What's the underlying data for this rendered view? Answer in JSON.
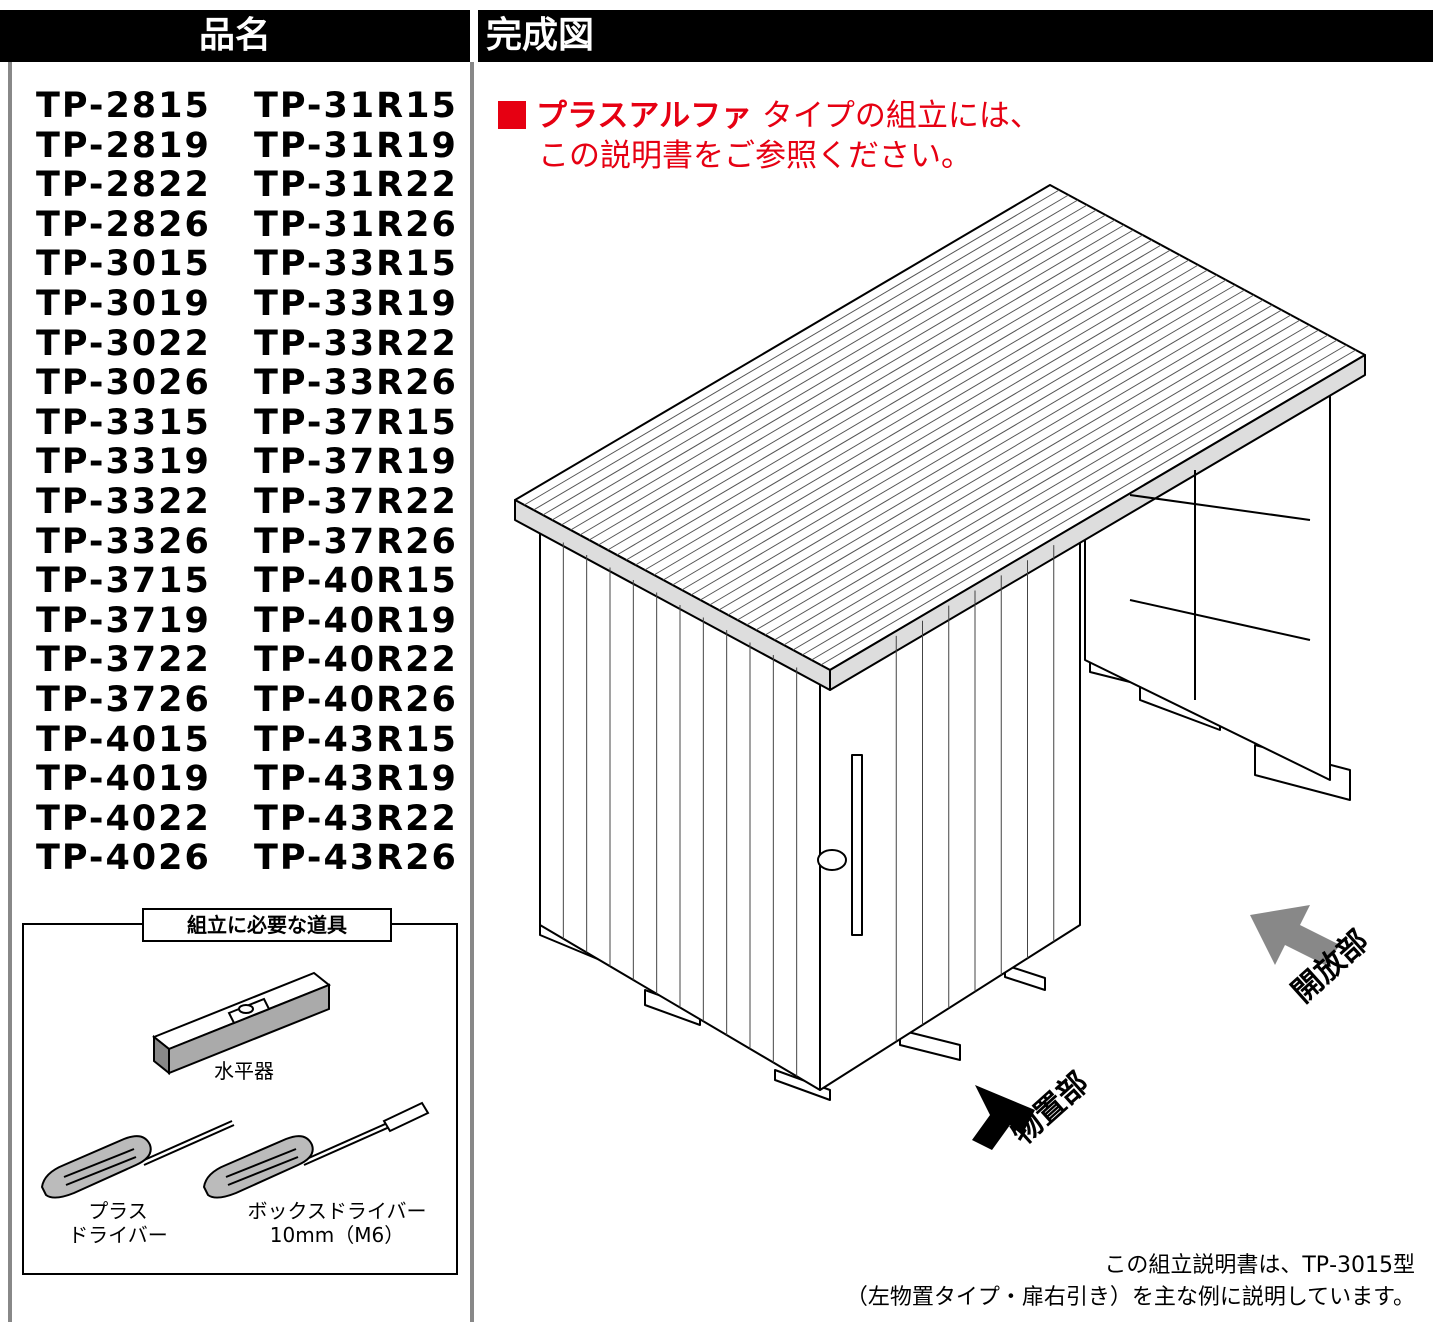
{
  "header": {
    "left_title": "品名",
    "right_title": "完成図"
  },
  "models": [
    [
      "TP-2815",
      "TP-31R15"
    ],
    [
      "TP-2819",
      "TP-31R19"
    ],
    [
      "TP-2822",
      "TP-31R22"
    ],
    [
      "TP-2826",
      "TP-31R26"
    ],
    [
      "TP-3015",
      "TP-33R15"
    ],
    [
      "TP-3019",
      "TP-33R19"
    ],
    [
      "TP-3022",
      "TP-33R22"
    ],
    [
      "TP-3026",
      "TP-33R26"
    ],
    [
      "TP-3315",
      "TP-37R15"
    ],
    [
      "TP-3319",
      "TP-37R19"
    ],
    [
      "TP-3322",
      "TP-37R22"
    ],
    [
      "TP-3326",
      "TP-37R26"
    ],
    [
      "TP-3715",
      "TP-40R15"
    ],
    [
      "TP-3719",
      "TP-40R19"
    ],
    [
      "TP-3722",
      "TP-40R22"
    ],
    [
      "TP-3726",
      "TP-40R26"
    ],
    [
      "TP-4015",
      "TP-43R15"
    ],
    [
      "TP-4019",
      "TP-43R19"
    ],
    [
      "TP-4022",
      "TP-43R22"
    ],
    [
      "TP-4026",
      "TP-43R26"
    ]
  ],
  "tools": {
    "title": "組立に必要な道具",
    "level": "水平器",
    "phillips_line1": "プラス",
    "phillips_line2": "ドライバー",
    "box_line1": "ボックスドライバー",
    "box_line2": "10mm（M6）"
  },
  "notice": {
    "bold": "プラスアルファ",
    "line1_rest": " タイプの組立には、",
    "line2": "この説明書をご参照ください。"
  },
  "labels": {
    "storage": "物置部",
    "open": "開放部"
  },
  "footer": {
    "line1": "この組立説明書は、TP‐3015型",
    "line2": "（左物置タイプ・扉右引き）を主な例に説明しています。"
  },
  "colors": {
    "accent_red": "#e60012",
    "header_bg": "#000000",
    "arrow_gray": "#888888"
  }
}
